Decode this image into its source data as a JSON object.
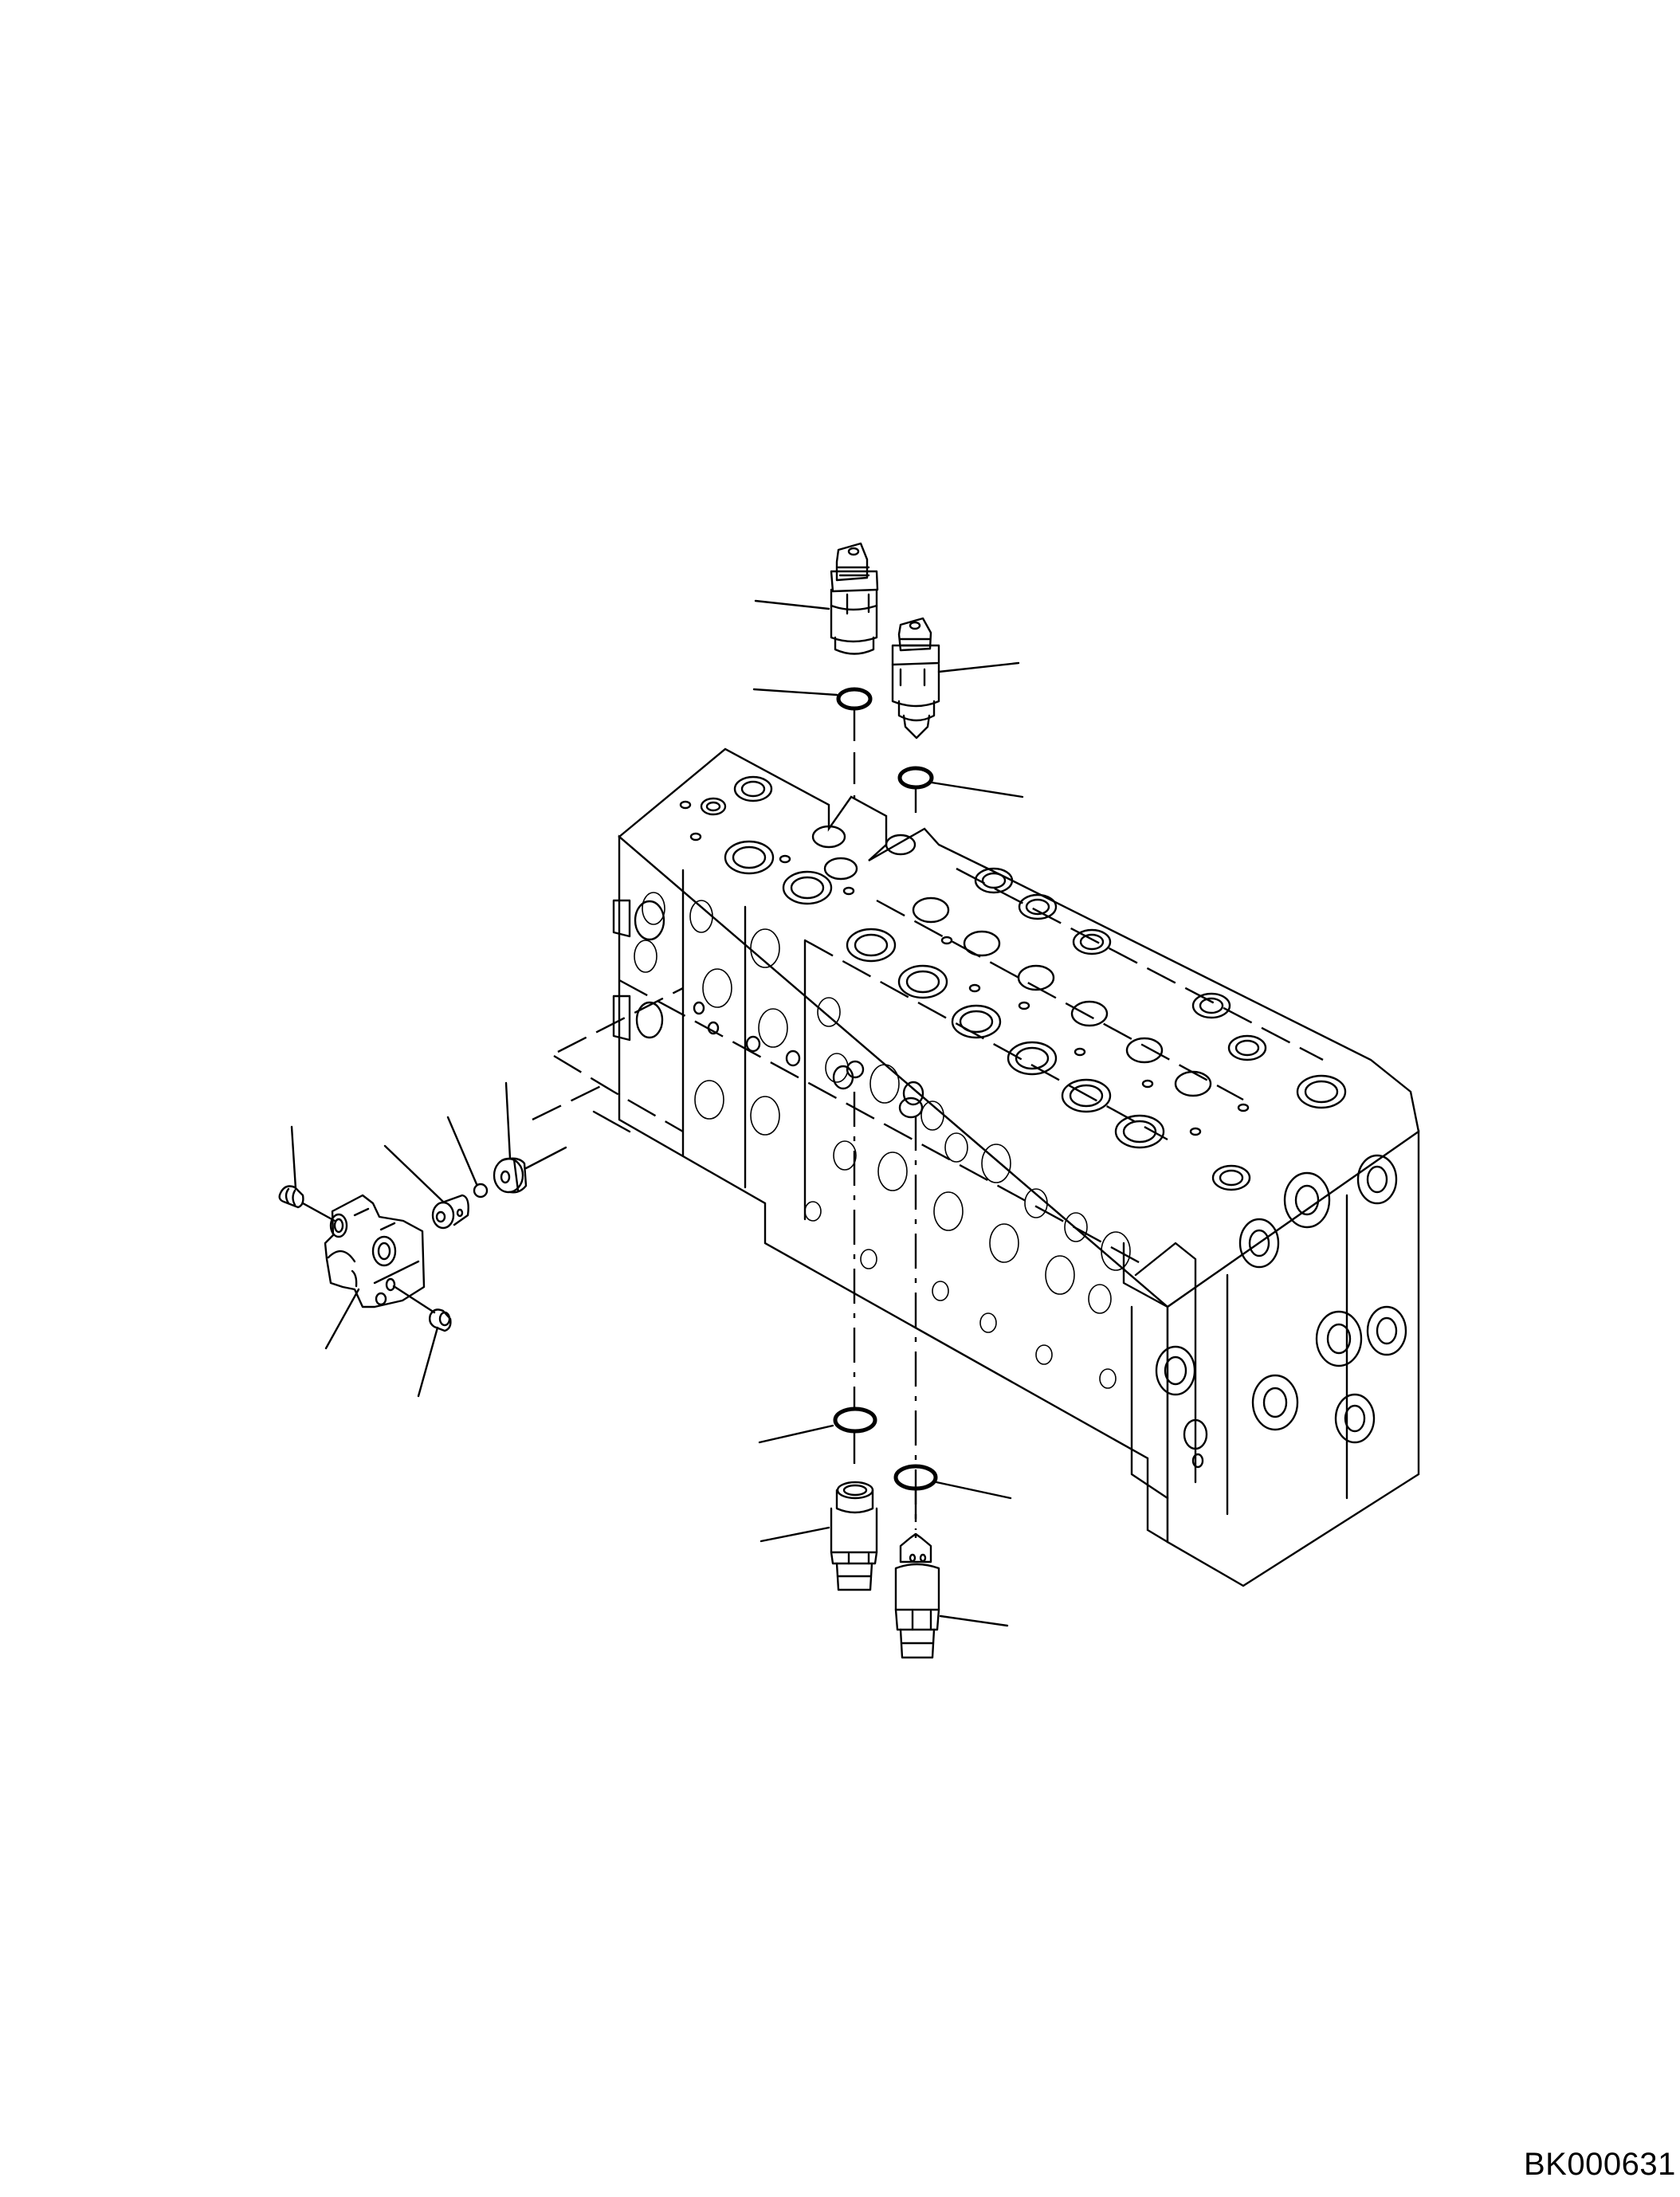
{
  "figure": {
    "id_label": "BK000631",
    "type": "exploded parts diagram",
    "subject": "hydraulic control valve assembly",
    "line_color": "#000000",
    "background_color": "#ffffff"
  },
  "components": [
    {
      "name": "relief-valve-top-left",
      "position": "top"
    },
    {
      "name": "relief-valve-top-right",
      "position": "top"
    },
    {
      "name": "o-ring-top-left",
      "position": "top"
    },
    {
      "name": "o-ring-top-right",
      "position": "top"
    },
    {
      "name": "control-valve-body",
      "position": "center"
    },
    {
      "name": "cover",
      "position": "left"
    },
    {
      "name": "plug-upper",
      "position": "left"
    },
    {
      "name": "plug-lower",
      "position": "left"
    },
    {
      "name": "spool-sleeve",
      "position": "left"
    },
    {
      "name": "ball",
      "position": "left"
    },
    {
      "name": "seat",
      "position": "left"
    },
    {
      "name": "o-ring-bottom-left",
      "position": "bottom"
    },
    {
      "name": "o-ring-bottom-right",
      "position": "bottom"
    },
    {
      "name": "relief-valve-bottom-left",
      "position": "bottom"
    },
    {
      "name": "relief-valve-bottom-right",
      "position": "bottom"
    }
  ],
  "callout_count": 15
}
